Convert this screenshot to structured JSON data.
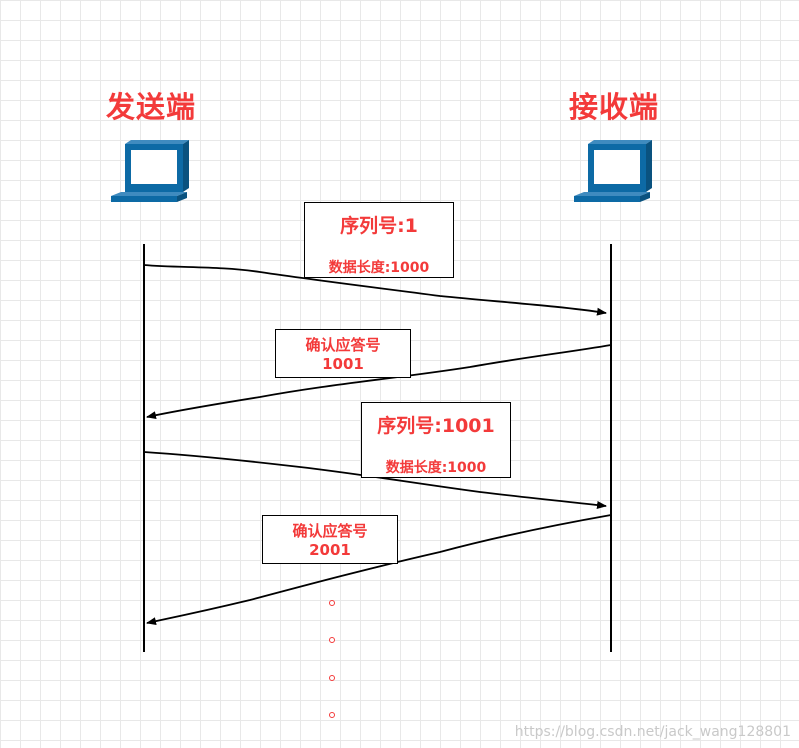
{
  "sender": {
    "label": "发送端",
    "icon": "computer-icon"
  },
  "receiver": {
    "label": "接收端",
    "icon": "computer-icon"
  },
  "messages": [
    {
      "kind": "segment",
      "line1": "序列号:1",
      "line2": "数据长度:1000"
    },
    {
      "kind": "ack",
      "line1": "确认应答号",
      "line2": "1001"
    },
    {
      "kind": "segment",
      "line1": "序列号:1001",
      "line2": "数据长度:1000"
    },
    {
      "kind": "ack",
      "line1": "确认应答号",
      "line2": "2001"
    }
  ],
  "continuation_dots": [
    "。",
    "。",
    "。",
    "。"
  ],
  "watermark": "https://blog.csdn.net/jack_wang128801",
  "colors": {
    "label": "#f33a3a",
    "icon_blue": "#0d6aa5",
    "line": "#000000"
  }
}
